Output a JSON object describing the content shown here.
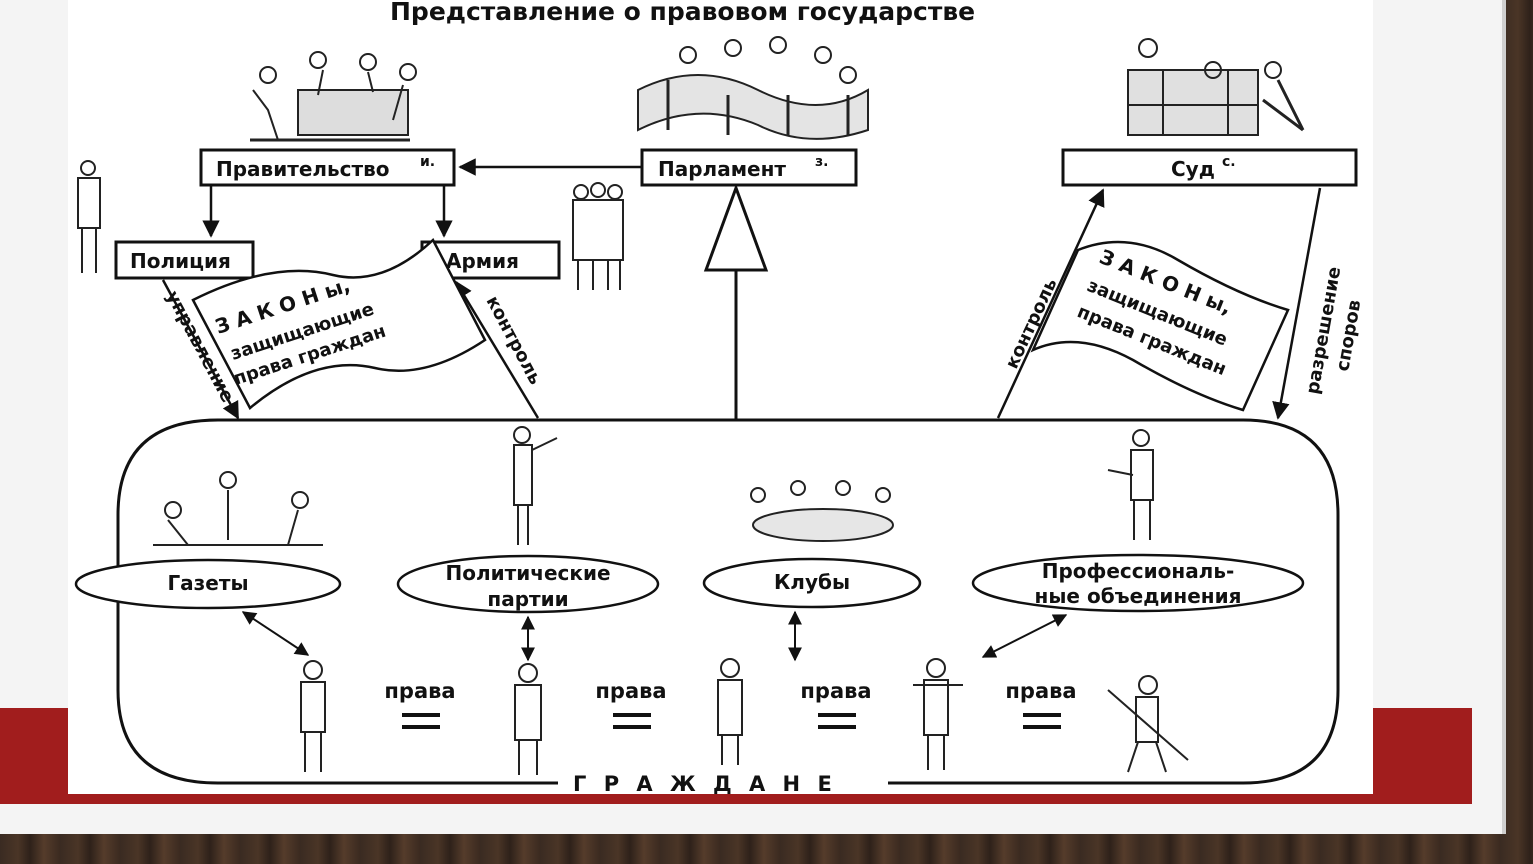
{
  "title": "Представление о правовом государстве",
  "boxes": {
    "government": "Правительство",
    "government_mark": "и.",
    "parliament": "Парламент",
    "parliament_mark": "з.",
    "court": "Суд",
    "court_mark": "с.",
    "police": "Полиция",
    "army": "Армия"
  },
  "flags": {
    "left": [
      "З А К О Н ы,",
      "защищающие",
      "права граждан"
    ],
    "right": [
      "З А К О Н ы,",
      "защищающие",
      "права граждан"
    ]
  },
  "arrow_labels": {
    "management": "управление",
    "control_army": "контроль",
    "control_court": "контроль",
    "disputes_1": "разрешение",
    "disputes_2": "споров"
  },
  "ellipses": {
    "newspapers": "Газеты",
    "parties_1": "Политические",
    "parties_2": "партии",
    "clubs": "Клубы",
    "prof_1": "Профессиональ-",
    "prof_2": "ные объединения"
  },
  "rights": [
    "права",
    "права",
    "права",
    "права"
  ],
  "citizens": "Г Р А Ж Д А Н Е"
}
